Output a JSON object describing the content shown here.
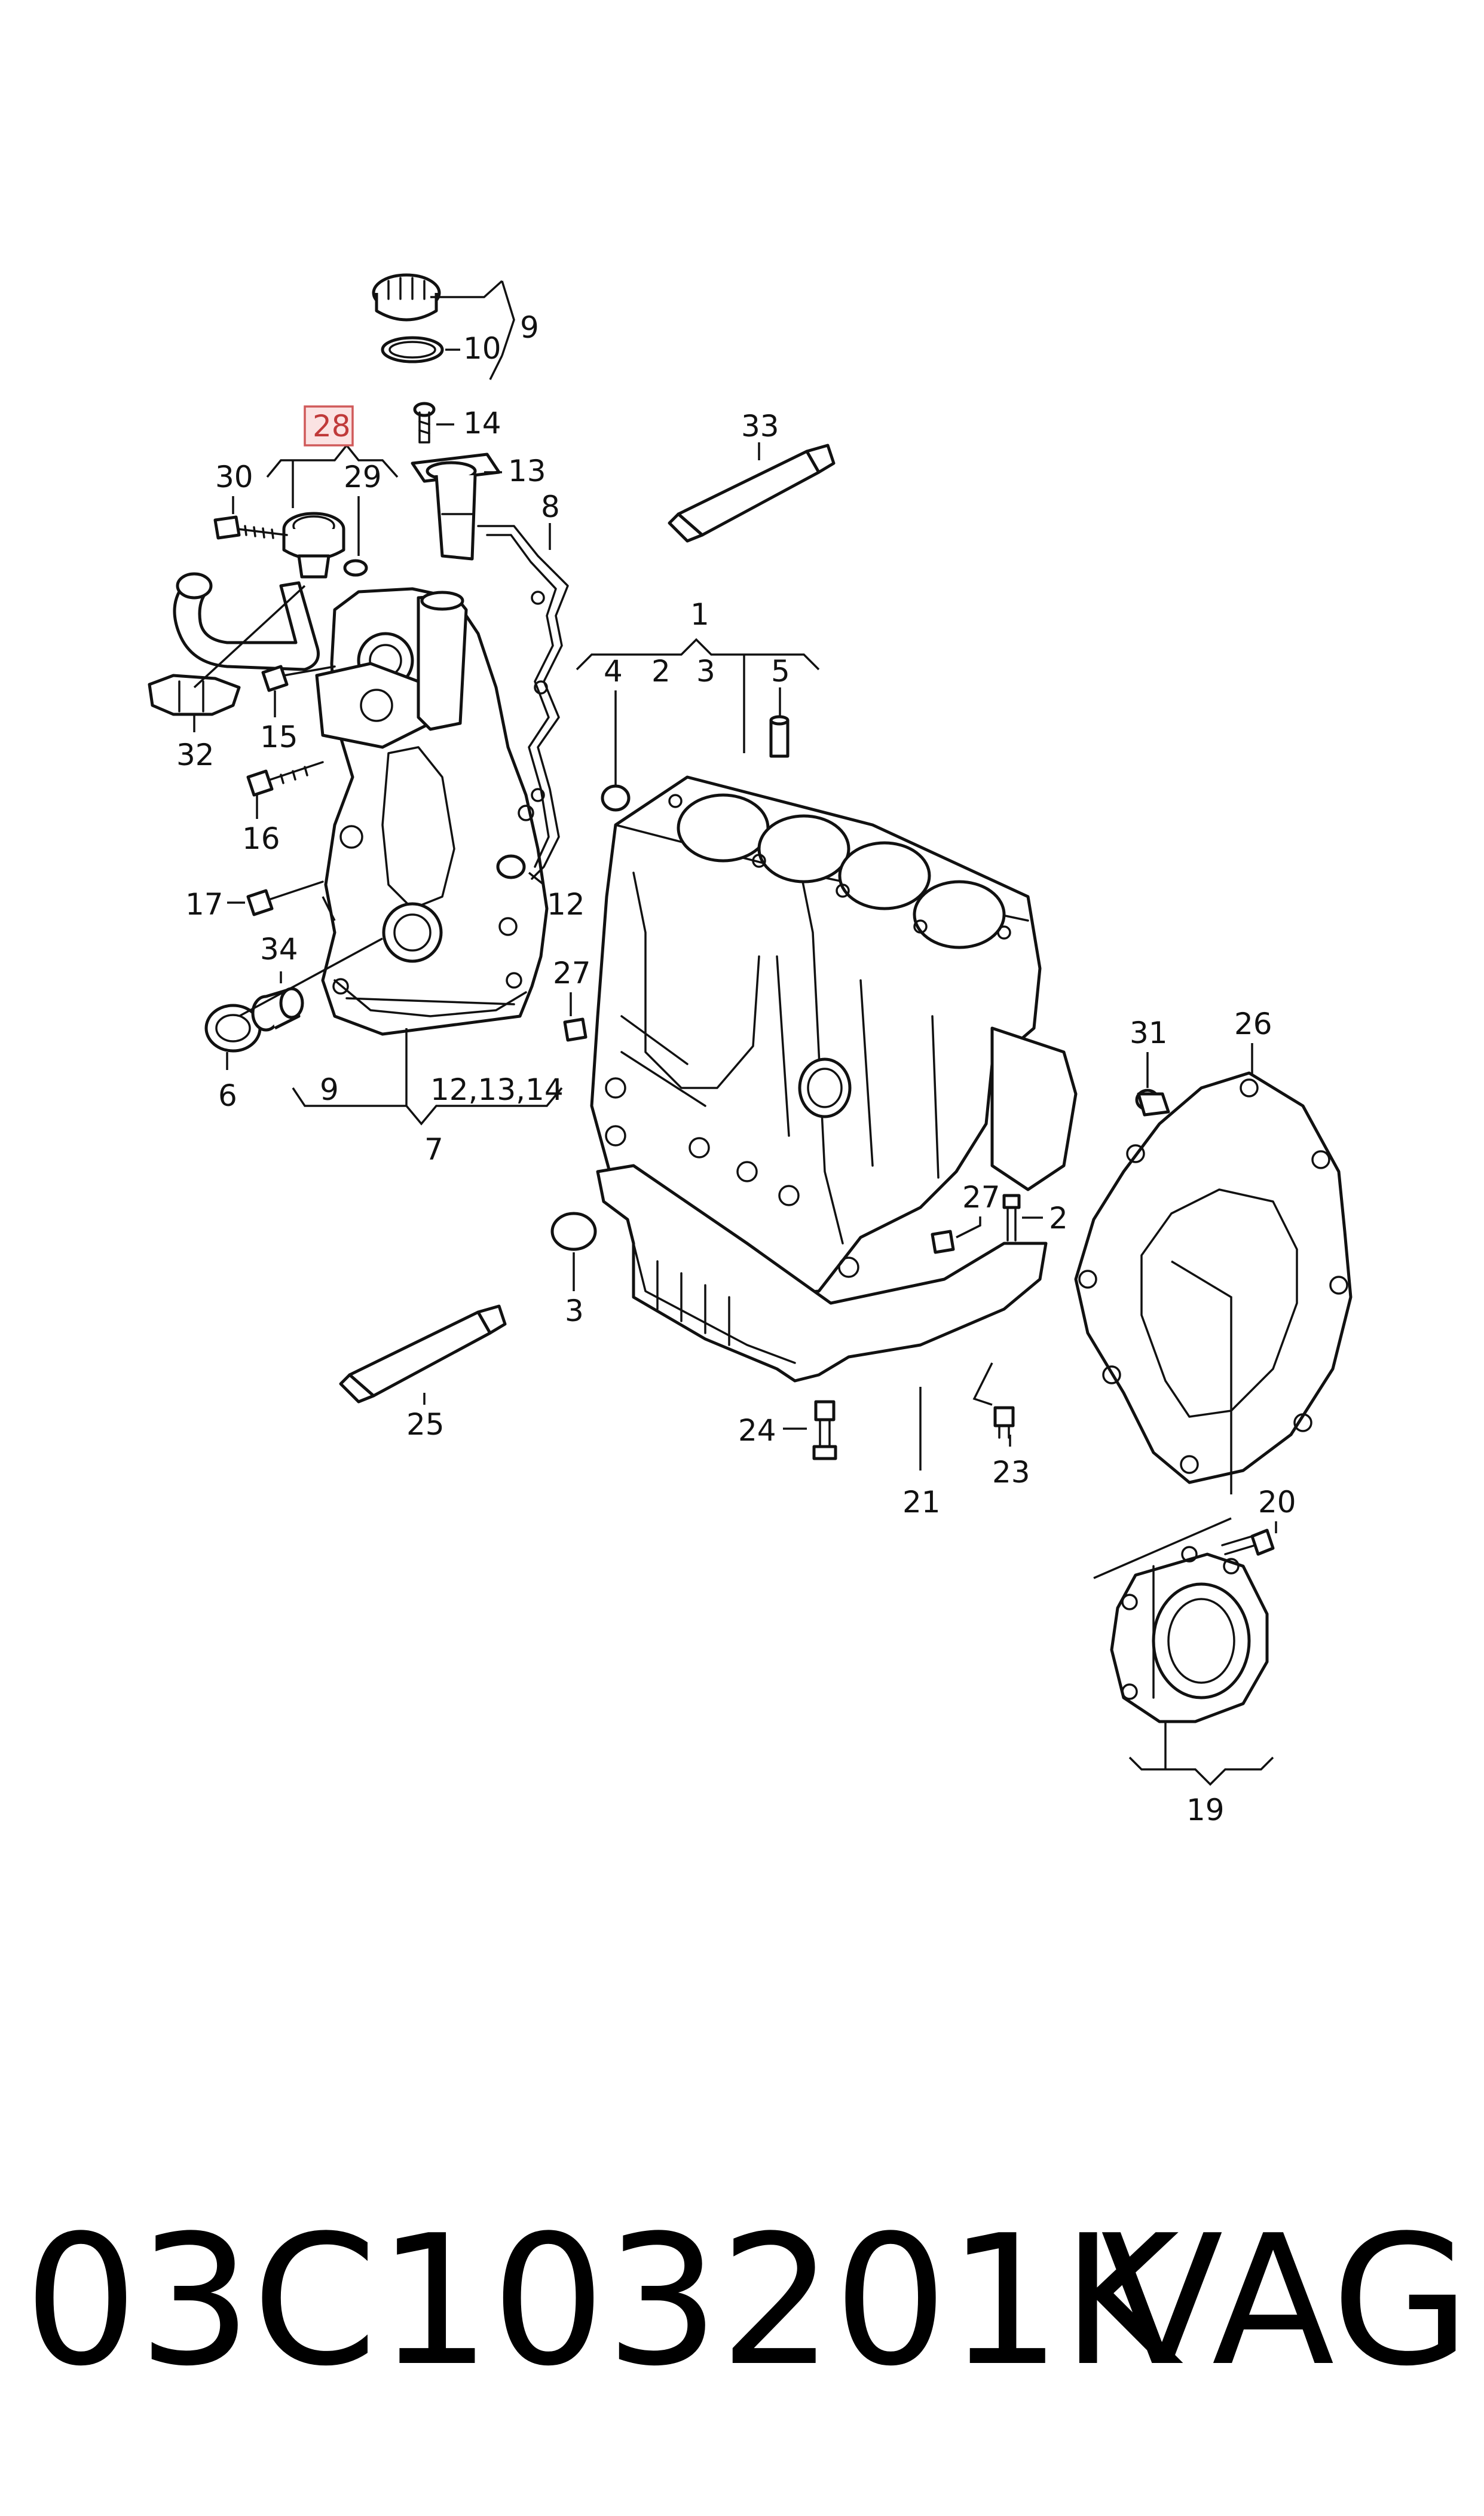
{
  "labels": {
    "l1": "1",
    "l2a": "2",
    "l2b": "2",
    "l3a": "3",
    "l3b": "3",
    "l4": "4",
    "l5": "5",
    "l6": "6",
    "l7": "7",
    "l8": "8",
    "l9a": "9",
    "l9b": "9",
    "l10": "10",
    "l12": "12",
    "l12_13_14": "12,13,14",
    "l13": "13",
    "l14": "14",
    "l15": "15",
    "l16": "16",
    "l17": "17",
    "l19": "19",
    "l20": "20",
    "l21": "21",
    "l23": "23",
    "l24": "24",
    "l25": "25",
    "l26": "26",
    "l27a": "27",
    "l27b": "27",
    "l28": "28",
    "l29": "29",
    "l30": "30",
    "l31": "31",
    "l32": "32",
    "l33": "33",
    "l34": "34"
  },
  "highlighted_label": "28",
  "highlight_color": "#d05a5a",
  "footer": {
    "part_number": "03C103201K",
    "brand": "VAG"
  }
}
